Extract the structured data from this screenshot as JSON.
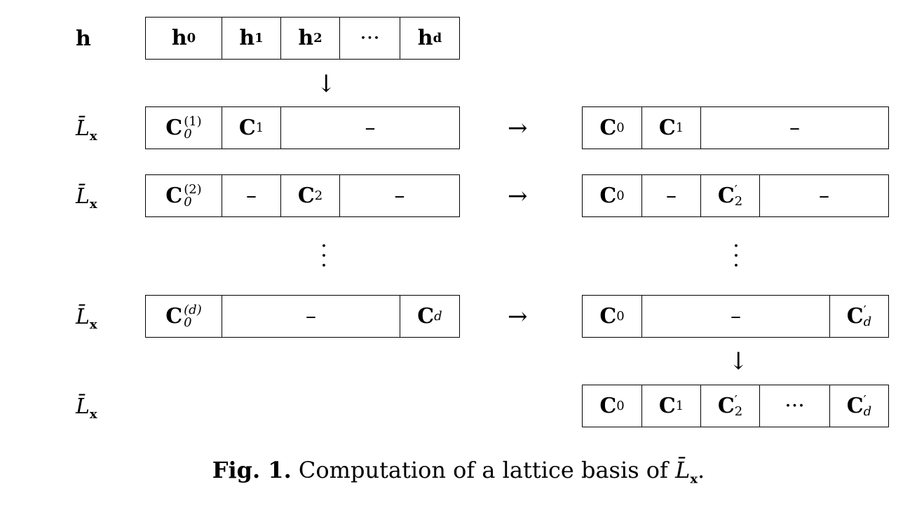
{
  "row_labels": {
    "h": "h",
    "L": "L̄",
    "x": "x"
  },
  "h_row": {
    "cells": [
      {
        "base": "h",
        "sub": "0"
      },
      {
        "base": "h",
        "sub": "1"
      },
      {
        "base": "h",
        "sub": "2"
      },
      {
        "base": "···",
        "sub": ""
      },
      {
        "base": "h",
        "sub": "d"
      }
    ]
  },
  "left_rows": [
    {
      "c0_sup": "(1)",
      "c0_sub": "0",
      "other_base": "C",
      "other_sub": "1",
      "dash": "–"
    },
    {
      "c0_sup": "(2)",
      "c0_sub": "0",
      "other_base": "C",
      "other_sub": "2",
      "dash": "–"
    },
    {
      "c0_sup": "(d)",
      "c0_sub": "0",
      "other_base": "C",
      "other_sub": "d",
      "dash": "–"
    }
  ],
  "right_rows": [
    {
      "c0_base": "C",
      "c0_sub": "0",
      "other_base": "C",
      "other_sub": "1",
      "prime": "",
      "dash": "–"
    },
    {
      "c0_base": "C",
      "c0_sub": "0",
      "other_base": "C",
      "other_sub": "2",
      "prime": "′",
      "dash": "–"
    },
    {
      "c0_base": "C",
      "c0_sub": "0",
      "other_base": "C",
      "other_sub": "d",
      "prime": "′",
      "dash": "–"
    }
  ],
  "final_row": {
    "cells": [
      "C₀",
      "C₁",
      "C′₂",
      "···",
      "C′d"
    ]
  },
  "symbols": {
    "down_arrow": "↓",
    "right_arrow": "→",
    "vdots": "⋮",
    "dots": "···"
  },
  "caption": {
    "prefix": "Fig. 1.",
    "text": "Computation of a lattice basis of",
    "symbol": "L̄",
    "symbol_sub": "x",
    "period": "."
  }
}
